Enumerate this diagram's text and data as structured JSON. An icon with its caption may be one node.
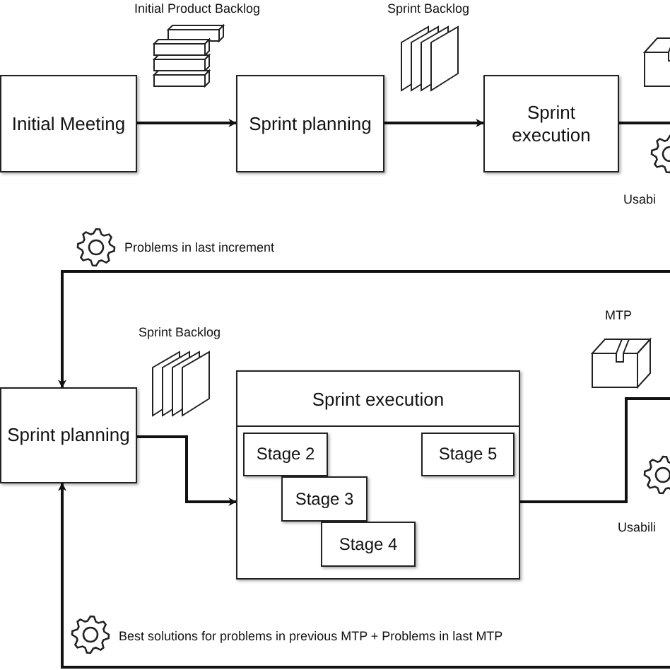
{
  "diagram": {
    "nodes": [
      {
        "text": [
          "Initial Meeting"
        ]
      },
      {
        "text": [
          "Sprint planning"
        ]
      },
      {
        "text": [
          "Sprint execution"
        ]
      },
      {
        "text": [
          "Sprint planning"
        ]
      },
      {
        "text": [
          "Sprint execution"
        ]
      },
      {
        "text": [
          "Stage 2"
        ],
        "in": 4
      },
      {
        "text": [
          "Stage 3"
        ],
        "in": 4
      },
      {
        "text": [
          "Stage 4"
        ],
        "in": 4
      },
      {
        "text": [
          "Stage 5"
        ],
        "in": 4
      }
    ],
    "edges": [
      {
        "from": 0,
        "to": 1,
        "arrow": "to"
      },
      {
        "from": 1,
        "to": 2,
        "arrow": "to"
      },
      {
        "from": 2,
        "to": null,
        "arrow": "none"
      },
      {
        "from": null,
        "to": 3,
        "arrow": "to"
      },
      {
        "from": 3,
        "to": 4,
        "arrow": "to"
      },
      {
        "from": 4,
        "to": null,
        "arrow": "none"
      },
      {
        "from": null,
        "to": 3,
        "arrow": "to"
      }
    ],
    "labels": [
      "Initial Product Backlog",
      "Sprint Backlog",
      "Usabi",
      "Problems in last increment",
      "MTP",
      "Sprint Backlog",
      "Usabili",
      "Best solutions for problems in previous MTP + Problems in last MTP"
    ]
  }
}
